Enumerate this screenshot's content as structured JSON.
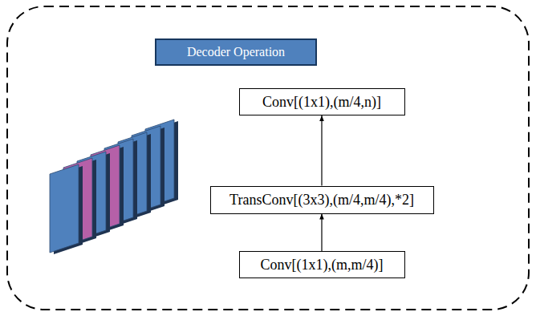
{
  "diagram": {
    "nodes": [
      {
        "text": [
          "Decoder Operation"
        ]
      },
      {
        "text": [
          "Conv[(1x1),(m/4,n)]"
        ]
      },
      {
        "text": [
          "TransConv[(3x3),(m/4,m/4),*2]"
        ]
      },
      {
        "text": [
          "Conv[(1x1),(m,m/4)]"
        ]
      }
    ],
    "edges": [
      {
        "from": 3,
        "to": 2,
        "arrow": "to"
      },
      {
        "from": 2,
        "to": 1,
        "arrow": "to"
      }
    ]
  }
}
